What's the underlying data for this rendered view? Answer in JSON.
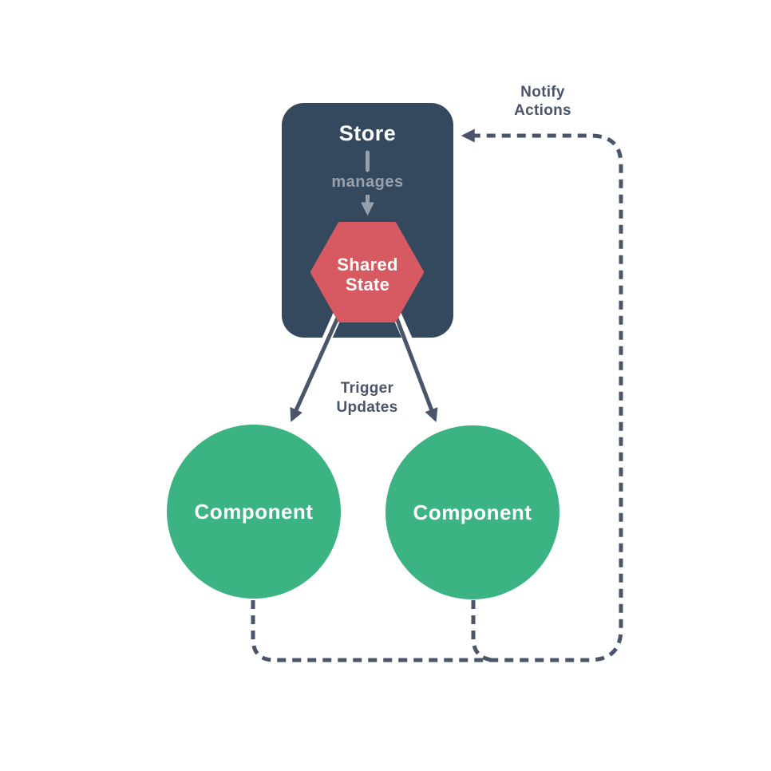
{
  "diagram": {
    "kind": "state-management-flow",
    "store": {
      "label": "Store",
      "relation_label": "manages"
    },
    "shared_state": {
      "lines": [
        "Shared",
        "State"
      ]
    },
    "components": [
      {
        "label": "Component"
      },
      {
        "label": "Component"
      }
    ],
    "edge_labels": {
      "notify": [
        "Notify",
        "Actions"
      ],
      "trigger": [
        "Trigger",
        "Updates"
      ]
    },
    "colors": {
      "store_bg": "#35495E",
      "shared_state_bg": "#D75A62",
      "component_bg": "#3CB382",
      "edge_dark": "#4A5569",
      "muted_gray": "#97A0AB",
      "text_on_dark": "#FFFFFF",
      "background": "#FFFFFF"
    }
  }
}
